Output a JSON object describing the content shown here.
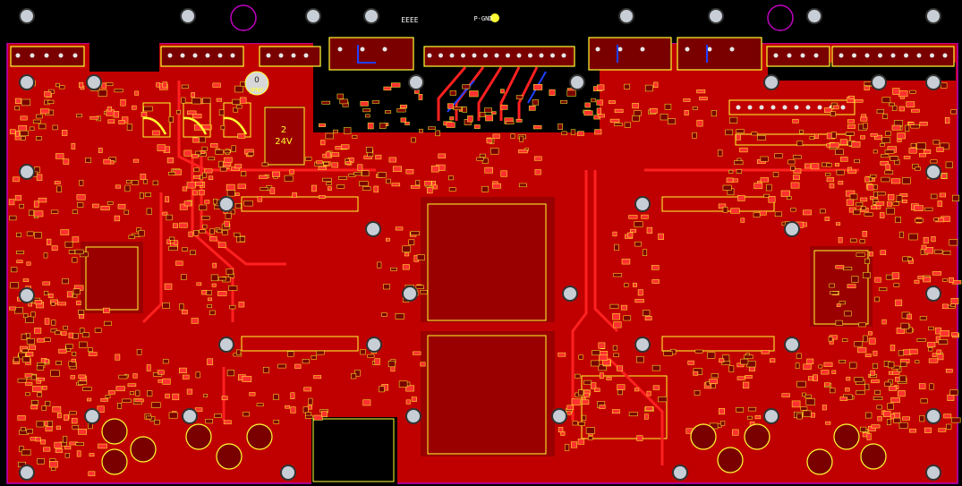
{
  "board": {
    "copper_color": "#c80000",
    "copper_dark": "#8e0000",
    "trace_color": "#ff2222",
    "silkscreen_color": "#ffff33",
    "outline_color": "#c000c0",
    "via_color": "#bfc7cf",
    "background": "#000000"
  },
  "labels": {
    "header_label": "EEEE",
    "power_label": "P-GND",
    "connector_label": "24V",
    "part_mark": "2",
    "switch_top": "0",
    "switch_bottom": "JPNF"
  }
}
